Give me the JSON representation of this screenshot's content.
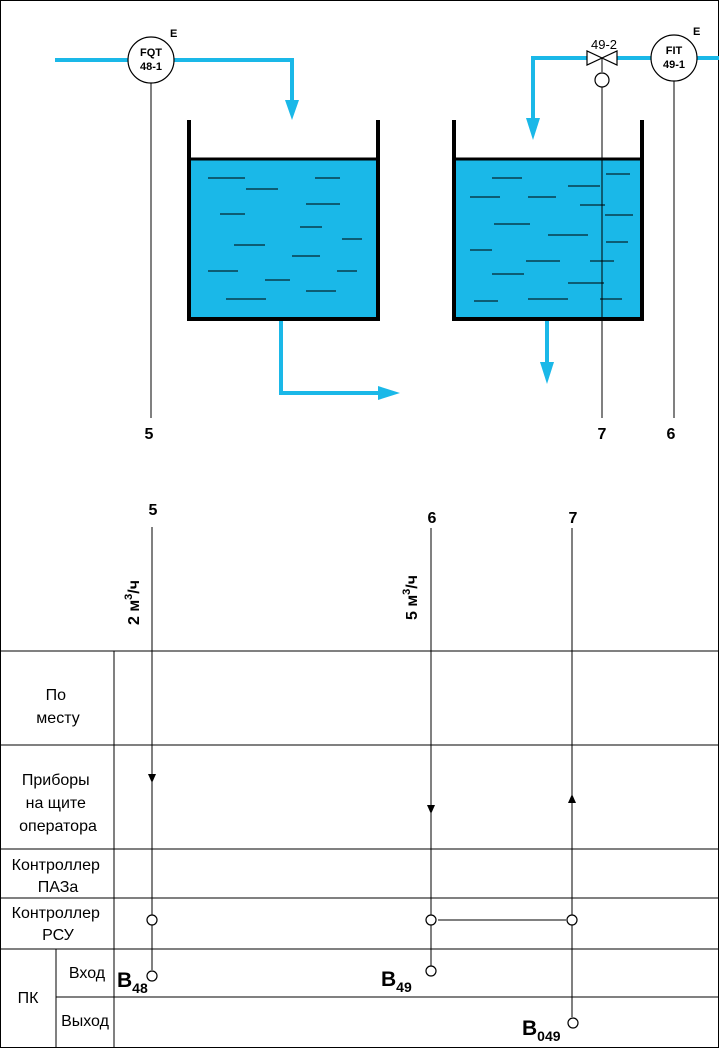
{
  "instruments": {
    "fqt": {
      "line1": "FQT",
      "line2": "48-1",
      "mark": "E"
    },
    "fit": {
      "line1": "FIT",
      "line2": "49-1",
      "mark": "E"
    },
    "valve": {
      "tag": "49-2"
    }
  },
  "lines": {
    "top": {
      "a": "5",
      "b": "7",
      "c": "6"
    },
    "bottom": {
      "a": "5",
      "b": "6",
      "c": "7"
    }
  },
  "flow_labels": {
    "a": {
      "main": "2 м",
      "sup": "3",
      "tail": "/ч"
    },
    "b": {
      "main": "5 м",
      "sup": "3",
      "tail": "/ч"
    }
  },
  "table": {
    "rows": {
      "local": [
        "По",
        "месту"
      ],
      "panel": [
        "Приборы",
        "на щите",
        "оператора"
      ],
      "paz": [
        "Контроллер",
        "ПАЗа"
      ],
      "rsu": [
        "Контроллер",
        "РСУ"
      ],
      "pk": "ПК",
      "in": "Вход",
      "out": "Выход"
    }
  },
  "signals": {
    "b48": {
      "base": "В",
      "sub": "48"
    },
    "b49": {
      "base": "В",
      "sub": "49"
    },
    "b049": {
      "base": "В",
      "sub": "049"
    }
  },
  "colors": {
    "water": "#1ab8e8",
    "lines": "#000000"
  }
}
